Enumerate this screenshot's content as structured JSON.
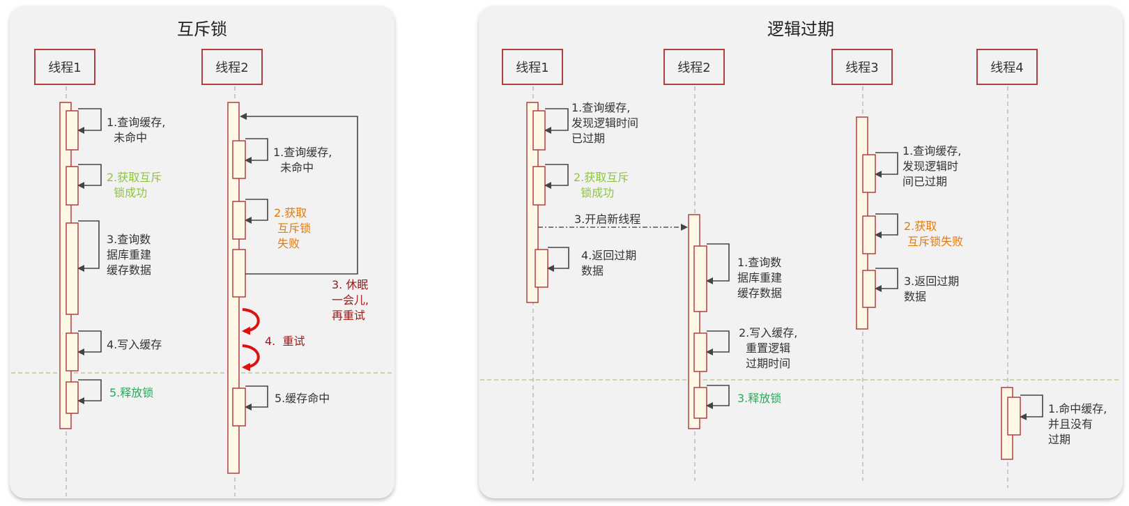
{
  "left_panel": {
    "title": "互斥锁",
    "threads": [
      "线程1",
      "线程2"
    ],
    "steps": {
      "t1_s1": "1.查询缓存,\n  未命中",
      "t1_s2": "2.获取互斥\n  锁成功",
      "t1_s3": "3.查询数\n据库重建\n缓存数据",
      "t1_s4": "4.写入缓存",
      "t1_s5": "5.释放锁",
      "t2_s1": "1.查询缓存,\n  未命中",
      "t2_s2": "2.获取\n 互斥锁\n 失败",
      "t2_s3": "3. 休眠\n一会儿,\n再重试",
      "t2_s4": "4.  重试",
      "t2_s5": "5.缓存命中"
    }
  },
  "right_panel": {
    "title": "逻辑过期",
    "threads": [
      "线程1",
      "线程2",
      "线程3",
      "线程4"
    ],
    "steps": {
      "t1_s1": "1.查询缓存,\n发现逻辑时间\n已过期",
      "t1_s2": "2.获取互斥\n  锁成功",
      "t1_s3": "3.开启新线程",
      "t1_s4": "4.返回过期\n数据",
      "t2_s1": "1.查询数\n据库重建\n缓存数据",
      "t2_s2": "2.写入缓存,\n  重置逻辑\n  过期时间",
      "t2_s3": "3.释放锁",
      "t3_s1": "1.查询缓存,\n发现逻辑时\n间已过期",
      "t3_s2": "2.获取\n 互斥锁失败",
      "t3_s3": "3.返回过期\n数据",
      "t4_s1": "1.命中缓存,\n并且没有\n过期"
    }
  },
  "colors": {
    "lifeline_border": "#b04040",
    "activation_fill": "#fff8e6",
    "success_green": "#8fc440",
    "release_green": "#2aaa5a",
    "fail_orange": "#e07b10",
    "retry_red": "#a01818",
    "arrow_red": "#dd1111",
    "divider_green": "#a8c878"
  }
}
